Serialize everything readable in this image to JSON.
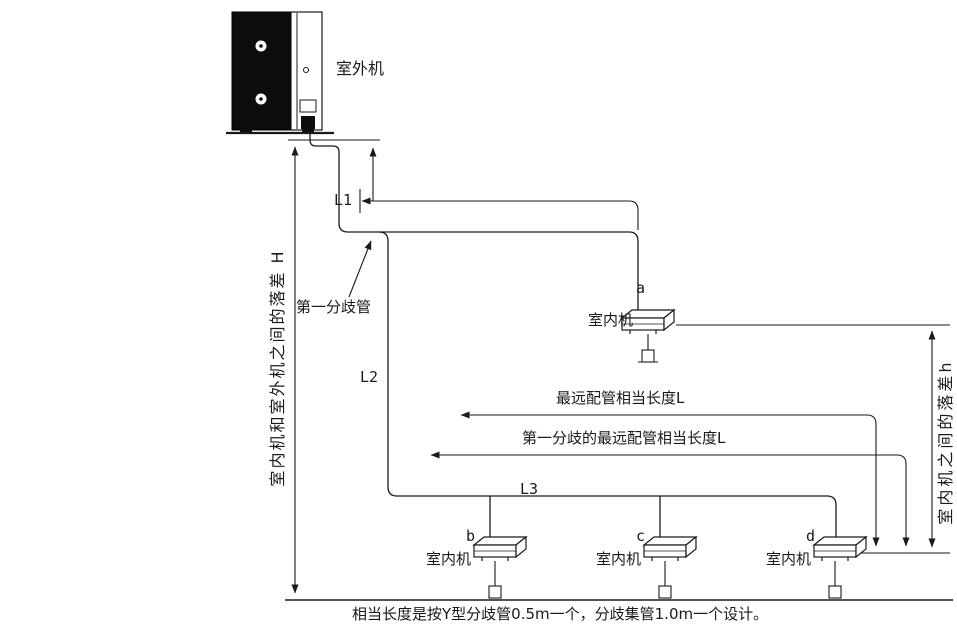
{
  "diagram": {
    "outdoor_unit_label": "室外机",
    "left_height_label": "室内机和室外机之间的落差 H",
    "right_height_label": "室内机之间的落差h",
    "first_branch_label": "第一分歧管",
    "indoor_unit_label": "室内机",
    "pipe_labels": {
      "l1": "L1",
      "l2": "L2",
      "l3": "L3"
    },
    "length_labels": {
      "farthest": "最远配管相当长度L",
      "first_branch_farthest": "第一分歧的最远配管相当长度L"
    },
    "unit_letters": {
      "a": "a",
      "b": "b",
      "c": "c",
      "d": "d"
    },
    "footnote": "相当长度是按Y型分歧管0.5m一个，分歧集管1.0m一个设计。",
    "colors": {
      "line": "#1a1a1a",
      "unit_fill": "#0d0d0d"
    }
  }
}
